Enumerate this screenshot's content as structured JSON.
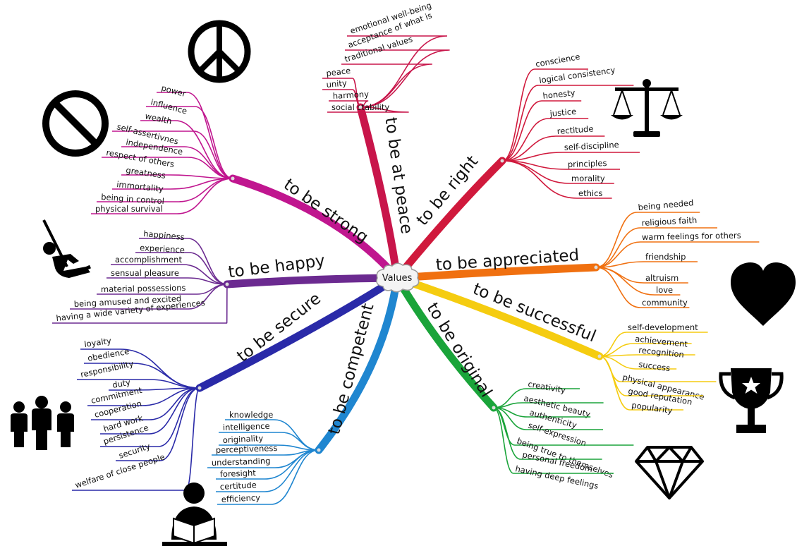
{
  "center": {
    "label": "Values"
  },
  "branches": [
    {
      "id": "peace",
      "label": "to be at peace",
      "color": "#c8154a",
      "leaves": [
        "emotional well-being",
        "acceptance of what is",
        "traditional values",
        "peace",
        "unity",
        "harmony",
        "social stability"
      ],
      "icon": "peace-symbol-icon"
    },
    {
      "id": "right",
      "label": "to be right",
      "color": "#d0193c",
      "leaves": [
        "conscience",
        "logical consistency",
        "honesty",
        "justice",
        "rectitude",
        "self-discipline",
        "principles",
        "morality",
        "ethics"
      ],
      "icon": "scales-icon"
    },
    {
      "id": "appreciated",
      "label": "to be appreciated",
      "color": "#f07010",
      "leaves": [
        "being needed",
        "religious faith",
        "warm feelings for others",
        "friendship",
        "altruism",
        "love",
        "community"
      ],
      "icon": "heart-icon"
    },
    {
      "id": "successful",
      "label": "to be successful",
      "color": "#f5cc10",
      "leaves": [
        "self-development",
        "achievement",
        "recognition",
        "success",
        "physical appearance",
        "good reputation",
        "popularity"
      ],
      "icon": "trophy-icon"
    },
    {
      "id": "original",
      "label": "to be original",
      "color": "#1aa43a",
      "leaves": [
        "creativity",
        "aesthetic beauty",
        "authenticity",
        "self-expression",
        "being true to themselves",
        "personal freedom",
        "having deep feelings"
      ],
      "icon": "diamond-icon"
    },
    {
      "id": "competent",
      "label": "to be competent",
      "color": "#1f86d0",
      "leaves": [
        "knowledge",
        "intelligence",
        "originality",
        "perceptiveness",
        "understanding",
        "foresight",
        "certitude",
        "efficiency"
      ],
      "icon": "reader-icon"
    },
    {
      "id": "secure",
      "label": "to be secure",
      "color": "#2a2aa8",
      "leaves": [
        "loyalty",
        "obedience",
        "responsibility",
        "duty",
        "commitment",
        "cooperation",
        "hard work",
        "persistence",
        "security",
        "welfare of close people"
      ],
      "icon": "people-icon"
    },
    {
      "id": "happy",
      "label": "to be happy",
      "color": "#6b2a90",
      "leaves": [
        "happiness",
        "experience",
        "accomplishment",
        "sensual pleasure",
        "material possessions",
        "being amused and excited",
        "having a wide variety of experiences"
      ],
      "icon": "swing-icon"
    },
    {
      "id": "strong",
      "label": "to be strong",
      "color": "#c0168f",
      "leaves": [
        "power",
        "influence",
        "wealth",
        "self-assertivnes",
        "independence",
        "respect of others",
        "greatness",
        "immortality",
        "being in control",
        "physical survival"
      ],
      "icon": "prohibited-icon"
    }
  ]
}
